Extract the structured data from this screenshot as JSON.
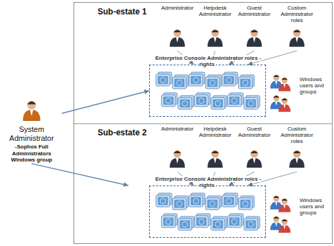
{
  "diagram": {
    "nodes": [
      {
        "text": [
          "System Administrator",
          "-Sophos Full Administrators Windows group"
        ]
      },
      {
        "text": [
          "Sub-estate 1"
        ]
      },
      {
        "text": [
          "Administrator"
        ],
        "in": 1
      },
      {
        "text": [
          "Helpdesk Administrator"
        ],
        "in": 1
      },
      {
        "text": [
          "Guest Administrator"
        ],
        "in": 1
      },
      {
        "text": [
          "Custom Administrator roles"
        ],
        "in": 1
      },
      {
        "text": [
          "Enterprise Console Administrator roles - rights"
        ],
        "in": 1
      },
      {
        "text": [
          "Sub-estate 2"
        ]
      },
      {
        "text": [
          "Administrator"
        ],
        "in": 7
      },
      {
        "text": [
          "Helpdesk Administrator"
        ],
        "in": 7
      },
      {
        "text": [
          "Guest Administrator"
        ],
        "in": 7
      },
      {
        "text": [
          "Custom Administrator roles"
        ],
        "in": 7
      },
      {
        "text": [
          "Enterprise Console Administrator roles - rights"
        ],
        "in": 7
      }
    ],
    "edges": [
      {
        "from": 0,
        "to": 6,
        "arrow": "to"
      },
      {
        "from": 0,
        "to": 12,
        "arrow": "to"
      },
      {
        "from": 2,
        "to": 6,
        "arrow": "to"
      },
      {
        "from": 3,
        "to": 6,
        "arrow": "to"
      },
      {
        "from": 4,
        "to": 6,
        "arrow": "to"
      },
      {
        "from": 5,
        "to": 6,
        "arrow": "to"
      },
      {
        "from": 8,
        "to": 12,
        "arrow": "to"
      },
      {
        "from": 9,
        "to": 12,
        "arrow": "to"
      },
      {
        "from": 10,
        "to": 12,
        "arrow": "to"
      },
      {
        "from": 11,
        "to": 12,
        "arrow": "to"
      }
    ],
    "labels": [
      "Windows users and groups",
      "Windows users and groups"
    ]
  }
}
